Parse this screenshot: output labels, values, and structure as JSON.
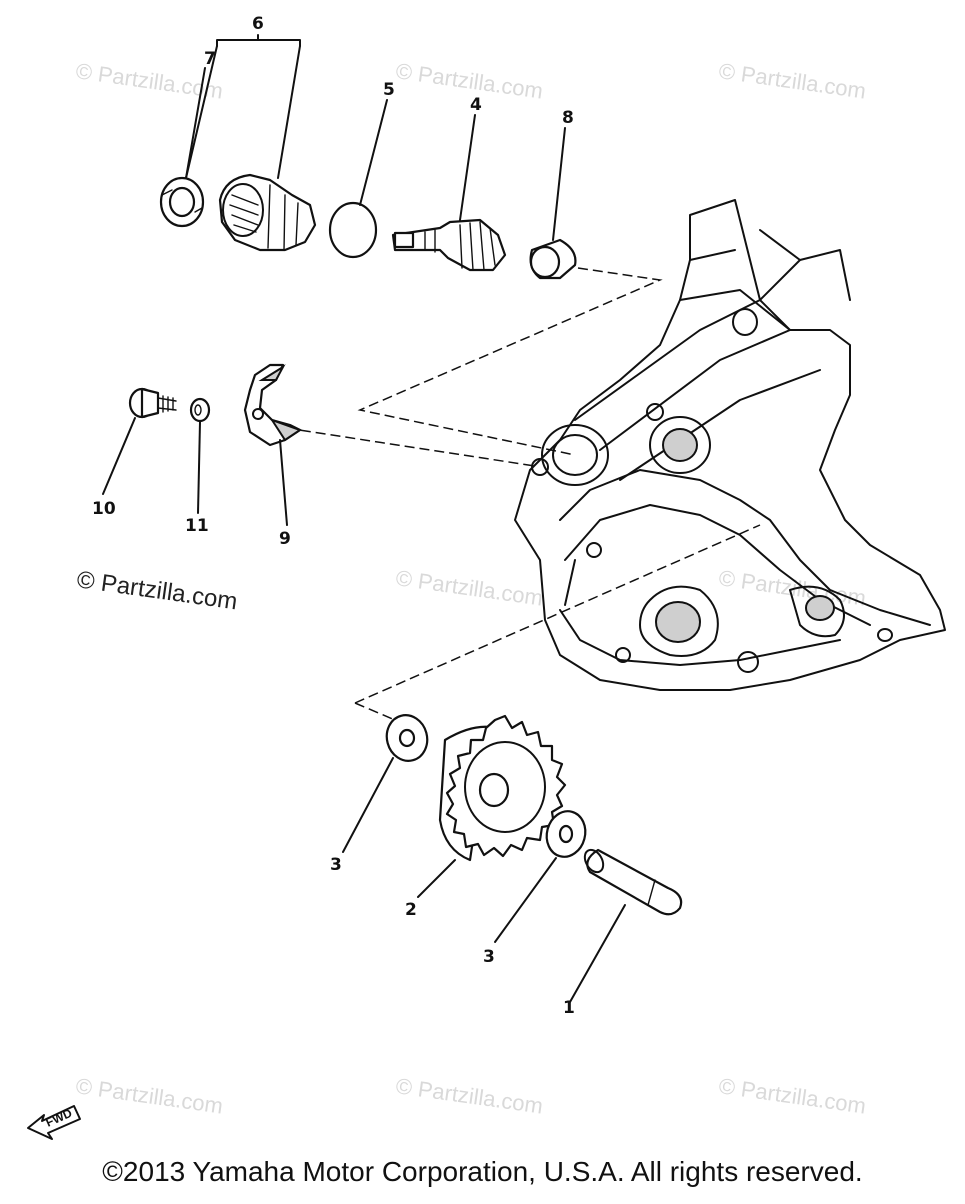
{
  "diagram": {
    "callouts": [
      "6",
      "7",
      "5",
      "4",
      "8",
      "10",
      "11",
      "9",
      "3",
      "2",
      "3",
      "1"
    ],
    "watermarks": {
      "faint": "© Partzilla.com",
      "main": "© Partzilla.com"
    },
    "direction_badge": "FWD",
    "copyright": "©2013  Yamaha Motor Corporation, U.S.A. All rights reserved."
  },
  "colors": {
    "line": "#111111",
    "watermark": "#d9d9d9",
    "background": "#ffffff"
  }
}
